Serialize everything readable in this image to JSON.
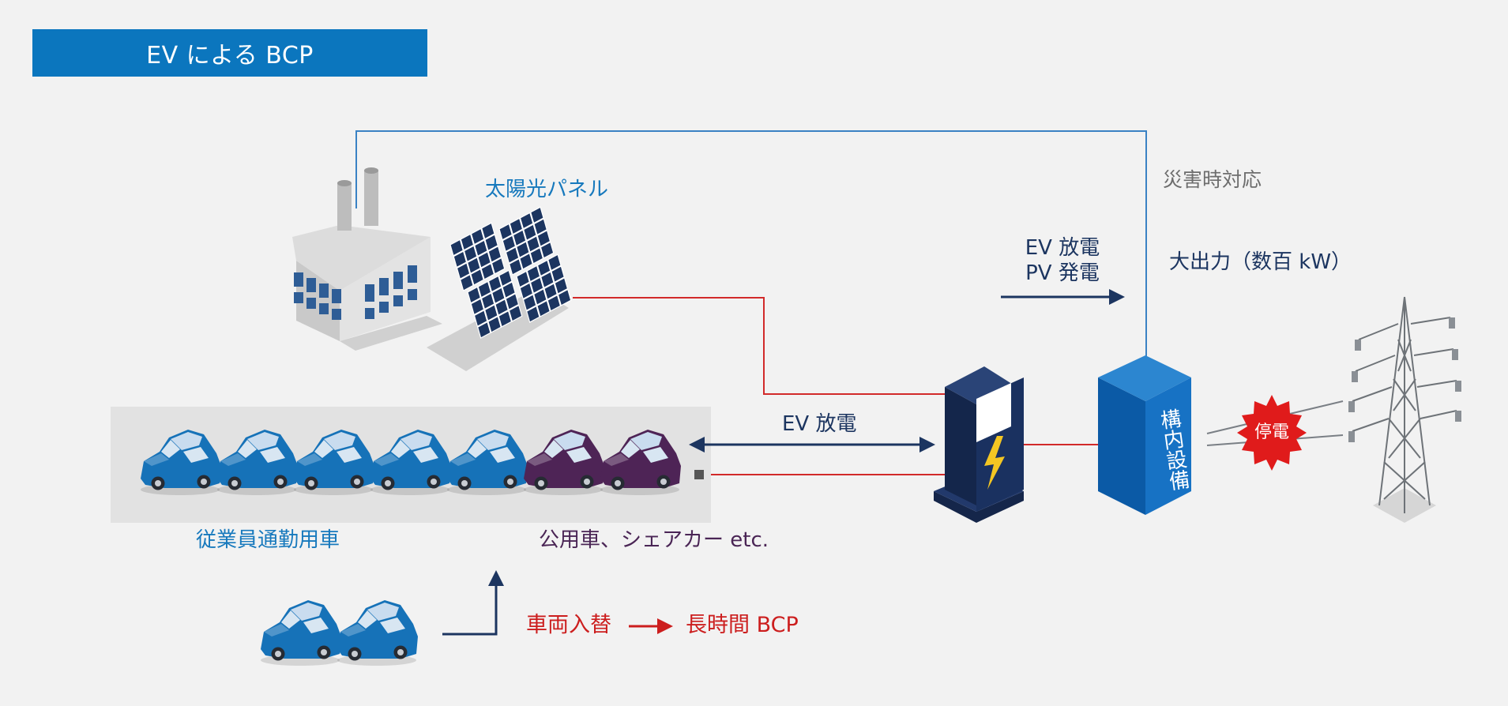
{
  "title": "EV による BCP",
  "labels": {
    "solar_panel": "太陽光パネル",
    "disaster_response": "災害時対応",
    "ev_discharge_pv_line1": "EV 放電",
    "ev_discharge_pv_line2": "PV 発電",
    "high_output": "大出力（数百 kW）",
    "ev_discharge": "EV 放電",
    "employee_cars": "従業員通勤用車",
    "public_cars": "公用車、シェアカー etc.",
    "vehicle_replacement": "車両入替",
    "long_bcp": "長時間 BCP",
    "facility": "構内設備",
    "outage": "停電"
  },
  "colors": {
    "title_bg": "#0b76be",
    "blue_car": "#1672b8",
    "purple_car": "#4e2456",
    "navy": "#1c3560",
    "red_line": "#d22a2a",
    "blue_line": "#3a82c4",
    "outage_badge": "#e01b1b"
  },
  "icons": {
    "factory": "factory-icon",
    "solar": "solar-panel-icon",
    "charger": "ev-charger-icon",
    "facility": "facility-cabinet-icon",
    "tower": "power-tower-icon",
    "car": "car-icon"
  }
}
